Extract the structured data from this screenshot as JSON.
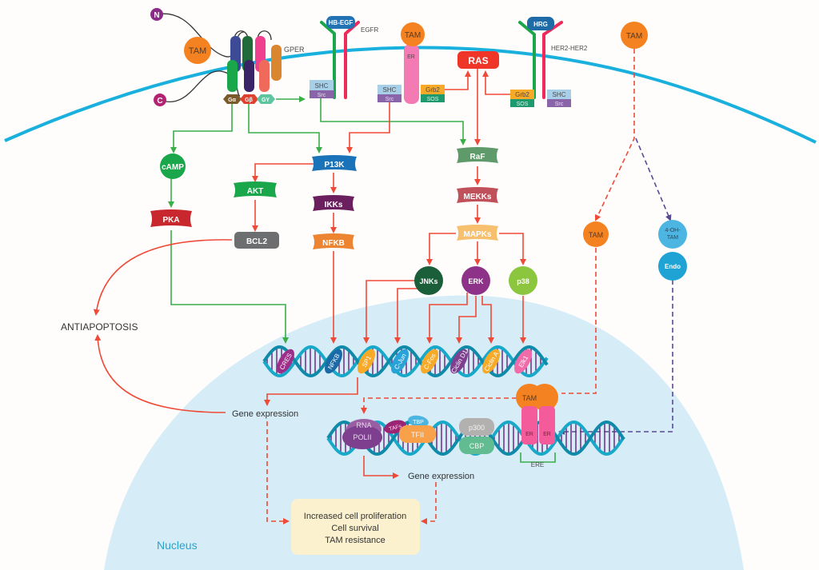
{
  "diagram": {
    "title": "Tamoxifen resistance signaling pathways",
    "colors": {
      "membrane": "#1ab0dd",
      "nucleus": "#d6ecf7",
      "arrow_red": "#ef4a37",
      "arrow_green": "#3aae49",
      "arrow_purple": "#5a4a94",
      "tam": "#f58220",
      "er": "#f45b9a",
      "dna_strand": "#18a9c9",
      "dna_rungs": "#6b2d87",
      "outcome_box": "#fbf1cf"
    },
    "membrane_nodes": {
      "n_terminus": "N",
      "c_terminus": "C",
      "tam_gper": "TAM",
      "gper": "GPER",
      "g_alpha": "Gα",
      "g_beta": "Gβ",
      "g_gamma": "GY",
      "hb_egf": "HB-EGF",
      "egfr": "EGFR",
      "shc_1": "SHC",
      "src_1": "Src",
      "tam_er": "TAM",
      "er_membrane": "ER",
      "shc_2": "SHC",
      "src_2": "Src",
      "grb2_1": "Grb2",
      "sos_1": "SOS",
      "ras": "RAS",
      "hrg": "HRG",
      "her2": "HER2-HER2",
      "grb2_2": "Grb2",
      "sos_2": "SOS",
      "shc_3": "SHC",
      "src_3": "Src",
      "tam_free": "TAM"
    },
    "cytoplasm_nodes": {
      "camp": "cAMP",
      "pka": "PKA",
      "pi3k": "P13K",
      "akt": "AKT",
      "bcl2": "BCL2",
      "ikks": "IKKs",
      "nfkb": "NFKB",
      "raf": "RaF",
      "mekks": "MEKKs",
      "mapks": "MAPKs",
      "jnks": "JNKs",
      "erk": "ERK",
      "p38": "p38",
      "tam_cyto": "TAM",
      "oh_tam": "4-OH-TAM",
      "endo": "Endo",
      "antiapoptosis": "ANTIAPOPTOSIS"
    },
    "transcription_factors": [
      "CRES",
      "NFKB",
      "SP1",
      "C-Jun",
      "C-Fos",
      "Ciclin D1",
      "Ciclin A",
      "Elk1"
    ],
    "nuclear_nodes": {
      "gene_expression_1": "Gene expression",
      "rna_pol": "RNA",
      "rna_pol_2": "POLII",
      "tafs": "TAFs",
      "tbp": "TBP",
      "tfii": "TFII",
      "p300": "p300",
      "cbp": "CBP",
      "tam_dimer_1": "TAM",
      "tam_dimer_2": "TAM",
      "er_1": "ER",
      "er_2": "ER",
      "ere": "ERE",
      "gene_expression_2": "Gene expression",
      "nucleus_label": "Nucleus"
    },
    "outcome": {
      "line1": "Increased cell proliferation",
      "line2": "Cell survival",
      "line3": "TAM resistance"
    }
  }
}
